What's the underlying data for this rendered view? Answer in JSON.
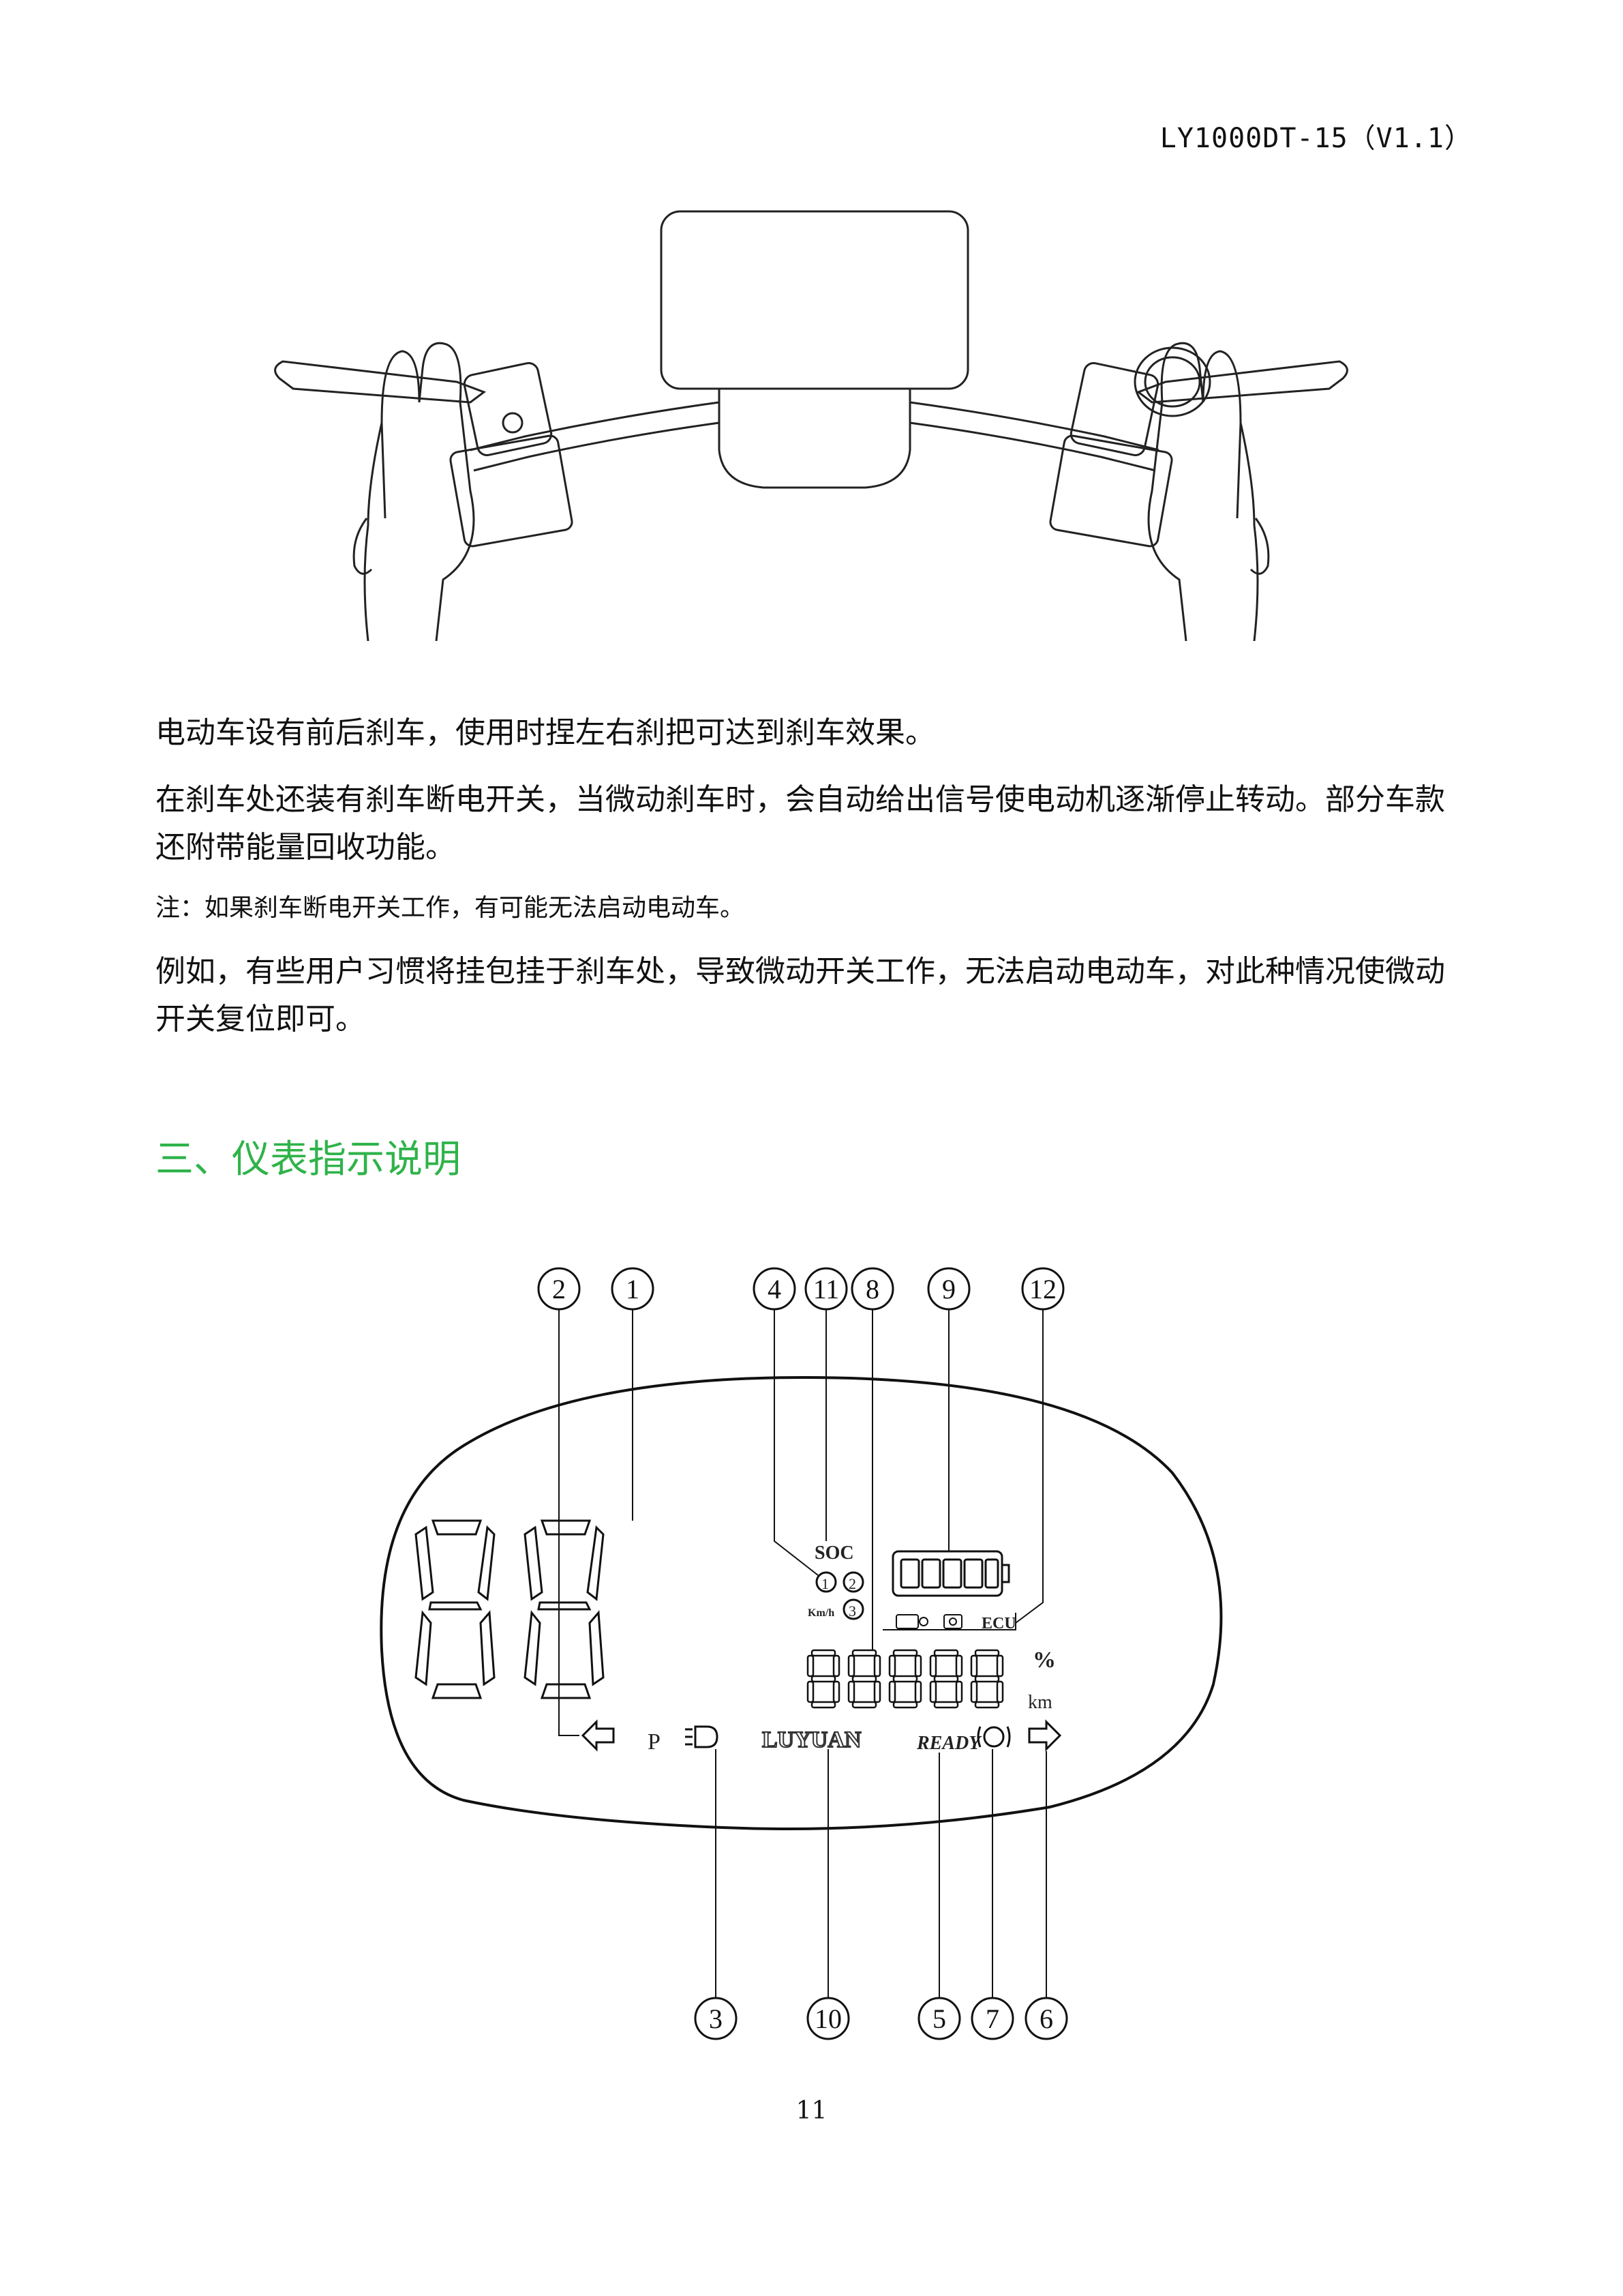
{
  "header": {
    "doc_code": "LY1000DT-15（V1.1）"
  },
  "body": {
    "paragraphs": [
      "电动车设有前后刹车，使用时捏左右刹把可达到刹车效果。",
      "在刹车处还装有刹车断电开关，当微动刹车时，会自动给出信号使电动机逐渐停止转动。部分车款还附带能量回收功能。"
    ],
    "note": "注：如果刹车断电开关工作，有可能无法启动电动车。",
    "example": "例如，有些用户习惯将挂包挂于刹车处，导致微动开关工作，无法启动电动车，对此种情况使微动开关复位即可。"
  },
  "section": {
    "heading": "三、仪表指示说明"
  },
  "dashboard": {
    "callouts_top": [
      "2",
      "1",
      "4",
      "11",
      "8",
      "9",
      "12"
    ],
    "callouts_bottom": [
      "3",
      "10",
      "5",
      "7",
      "6"
    ],
    "labels": {
      "soc": "SOC",
      "modes": [
        "1",
        "2",
        "3"
      ],
      "speed_unit": "Km/h",
      "ecu": "ECU",
      "percent": "%",
      "km": "km",
      "park": "P",
      "brand": "LUYUAN",
      "ready": "READY"
    },
    "icons": [
      "left-turn-icon",
      "headlight-icon",
      "brake-warning-icon",
      "right-turn-icon",
      "battery-icon",
      "motor-fault-icon",
      "controller-fault-icon"
    ]
  },
  "footer": {
    "page_number": "11"
  }
}
